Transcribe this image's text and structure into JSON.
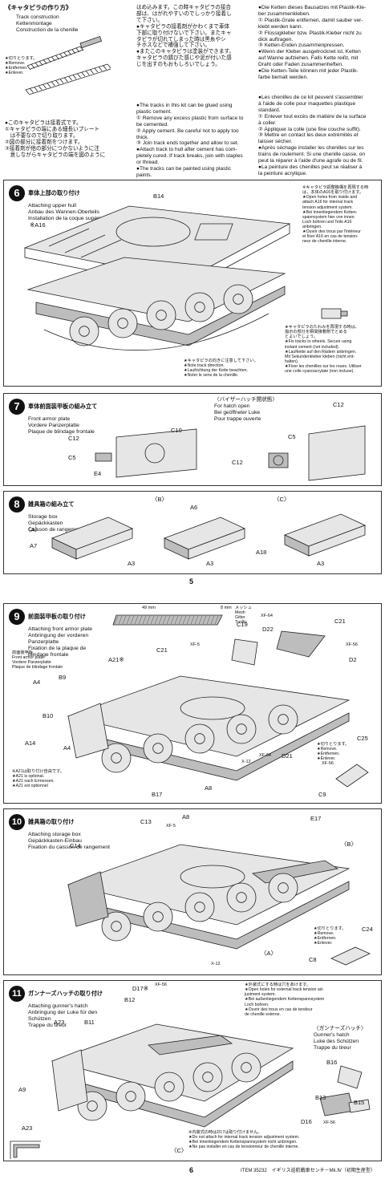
{
  "track_section": {
    "title": "《キャタピラの作り方》",
    "subtitle_lines": "Track construction\nKettenmontage\nConstruction de la chenille",
    "cut_note": "★切りとります。\n★Remove.\n★Entfernen.\n★Enlever.",
    "jp_instructions": "●このキャタピラは接着式です。\n①キャタピラの端にある細長いプレート\n　は不要なので切り取ります。\n②図の部分に接着剤をつけます。\n③接着剤が他の部分につかないように注\n　意しながらキャタピラの端を図のように",
    "jp_col2": "はめ込みます。この時キャタピラの接合\n部は、はがれやすいのでしっかり接着し\nて下さい。\n●キャタピラの接着剤がかわくまで車体\n下部に取り付けないで下さい。またキャ\nタピラが切れてしまった時は黒糸やシ\nチホスなどで補強して下さい。\n●またこのキャタピラは塗装ができます。\nキャタピラの錆びた感じや泥が付いた感\nじを出すのもおもしろいでしょう。",
    "en_instructions": "●The tracks in this kit can be glued using\nplastic cement.\n① Remove any excess plastic from surface to\nbe cemented.\n② Apply cement. Be careful not to apply too\nthick.\n③ Join track ends together and allow to set.\n●Attach track to hull after cement has com-\npletely cured. If track breaks, join with staples\nor thread.\n●The tracks can be painted using plastic\npaints.",
    "de_instructions": "●Die Ketten dieses Bausatzes mit Plastik-Kle-\nber zusammenkleben.\n① Plastik-Grate entfernen, damit sauber ver-\nklebt werden kann.\n② Flüssigkleber bzw. Plastik-Kleber nicht zu\ndick auftragen.\n③ Ketten-Enden zusammenpressen.\n●Wenn der Kleber ausgetrocknet ist, Ketten\nauf Wanne aufziehen. Falls Kette reißt, mit\nDraht oder Faden zusammenheften.\n●Die Ketten-Teile können mit jeder Plastik-\nfarbe bemalt werden.",
    "fr_instructions": "●Les chenilles de ce kit peuvent s'assembler\nà l'aide de colle pour maquettes plastique\nstandard.\n① Enlever tout excès de matière de la surface\nà coller.\n② Appliquer la colle (une fine couche suffit).\n③ Mettre en contact les deux extrémités et\nlaisser sécher.\n●Après séchage installer les chenilles sur les\ntrains de roulement. Si une chenille casse, on\npeut la réparer à l'aide d'une agrafe ou de fil.\n●La peinture des chenilles peut se réaliser à\nla peinture acrylique."
  },
  "step6": {
    "number": "6",
    "title_jp": "車体上部の取り付け",
    "title_lines": "Attaching upper hull\nAnbau des Wannen-Oberteils\nInstallation de la coque supérieure",
    "label_b14": "B14",
    "label_a16": "※A16",
    "note_a16": "※キャタピラ調整機構を再現する時\nは、本体のA16を取り付けます。\n★Open holes from inside and\nattach A16 for internal track\ntension adjustment system.\n★Bei innenliegendem Ketten-\nspannsystem hier von innen\nLoch bohren und Teile A16\nanbringen.\n★Ouvrir des trous par l'intérieur\net fixer A16 en cas de tension-\nneur de chenille interne.",
    "note_fix": "★キャタピラのたわみを再現する時は、\n指示の部分を瞬間接着剤でとめる\nとよいでしょう。\n★Fix tracks to wheels. Secure using\ninstant cement (not included).\n★Laufkette auf den Rädern anbringen.\nMit Sekundenkleber kleben (nicht ent-\nhalten).\n★Fixer les chenilles sur les roues. Utiliser\nune colle cyanoacrylate (non incluse).",
    "note_direction": "★キャタピラの向きに注意して下さい。\n★Note track direction.\n★Laufrichtung der Kette beachten.\n★Noter le sens de la chenille."
  },
  "step7": {
    "number": "7",
    "title_jp": "車体前面装甲板の組み立て",
    "title_lines": "Front armor plate\nVordere Panzerplatte\nPlaque de blindage frontale",
    "hatch_lines": "〈バイザーハッチ開状態〉\nFor hatch open\nBei geöffneter Luke\nPour trappe ouverte",
    "labels": {
      "c12a": "C12",
      "c10": "C10",
      "c5a": "C5",
      "e4": "E4",
      "c12b": "C12",
      "c5b": "C5",
      "c12c": "C12"
    }
  },
  "step8": {
    "number": "8",
    "title_jp": "雑具箱の組み立て",
    "title_lines": "Storage box\nGepäckkasten\nCaisson de rangement",
    "labels": {
      "a": "〈A〉",
      "b": "〈B〉",
      "c": "〈C〉",
      "a7": "A7",
      "a3a": "A3",
      "a6": "A6",
      "a3b": "A3",
      "a18": "A18",
      "a3c": "A3"
    }
  },
  "page5": "5",
  "step9": {
    "number": "9",
    "title_jp": "前面装甲板の取り付け",
    "title_lines": "Attaching front armor plate\nAnbringung der vorderen\nPanzerplatte\nFixation de la plaque de\nblindage frontale",
    "mesh_lines": "メッシュ\nMesh\nGitter\nTreillis",
    "dim_49": "49 mm",
    "dim_8": "8 mm",
    "sub_lines": "前面装甲板\nFront armor plate\nVordere Panzerplatte\nPlaque de blindage frontale",
    "optional_lines": "※A21は取り付け自由です。\n★A21 is optional.\n★A21 nach Ermessen.\n★A21 est optionnel",
    "cut_note": "★切りとります。\n★Remove.\n★Entfernen.\n★Enlever.",
    "labels": {
      "c19": "C19",
      "xf64a": "XF-64",
      "d22": "D22",
      "c21a": "C21",
      "c21b": "C21",
      "xf5": "XF-5",
      "xf56a": "XF-56",
      "d2": "D2",
      "a21": "A21※",
      "a4a": "A4",
      "b9": "B9",
      "b10": "B10",
      "a14": "A14",
      "a4b": "A4",
      "x12": "X-12",
      "xf64b": "XF-64",
      "d21": "D21",
      "xf56b": "XF-56",
      "c25": "C25",
      "c9": "C9",
      "b17": "B17",
      "a8": "A8"
    }
  },
  "step10": {
    "number": "10",
    "title_jp": "雑具箱の取り付け",
    "title_lines": "Attaching storage box\nGepäckkasten-Einbau\nFixation du caisson de rangement",
    "cut_note": "★切りとります。\n★Remove.\n★Entfernen.\n★Enlever.",
    "labels": {
      "c13": "C13",
      "a8": "A8",
      "xf5": "XF-5",
      "e17": "E17",
      "b": "〈B〉",
      "c14": "C14",
      "a": "〈A〉",
      "x12": "X-12",
      "c24": "C24",
      "c8": "C8"
    }
  },
  "step11": {
    "number": "11",
    "title_jp": "ガンナーズハッチの取り付け",
    "title_lines": "Attaching gunner's hatch\nAnbringung der Luke für den\nSchützen\nTrappe du tireur",
    "note_external": "★外装式にする時は穴をあけます。\n★Open holes for external track tension ad-\njustment system.\n★Bei außenliegendem Kettenspannsystem\nLoch bohren.\n★Ouvrir des trous en cas de tendeur\nde chenille externe.",
    "hatch_lines": "〈ガンナーズハッチ〉\nGunner's hatch\nLuke des Schützen\nTrappe du tireur",
    "note_internal": "※内装式の時はD17は取り付けません。\n★Do not attach for internal track tension adjustment system.\n★Bei innenliegendem Kettenspannsystem nicht anbringen.\n★Ne pas installer en cas de tensionneur de chenille interne.",
    "labels": {
      "d17": "D17※",
      "xf56a": "XF-56",
      "b12": "B12",
      "a23a": "A23",
      "b11": "B11",
      "a9": "A9",
      "a23b": "A23",
      "c": "〈C〉",
      "b16": "B16",
      "b13": "B13",
      "b15": "B15",
      "d16": "D16",
      "xf56b": "XF-56"
    }
  },
  "page6": "6",
  "footer_item": "ITEM 35232　イギリス巡航戦車センチ－Mk.Ⅳ（初期生産型）"
}
